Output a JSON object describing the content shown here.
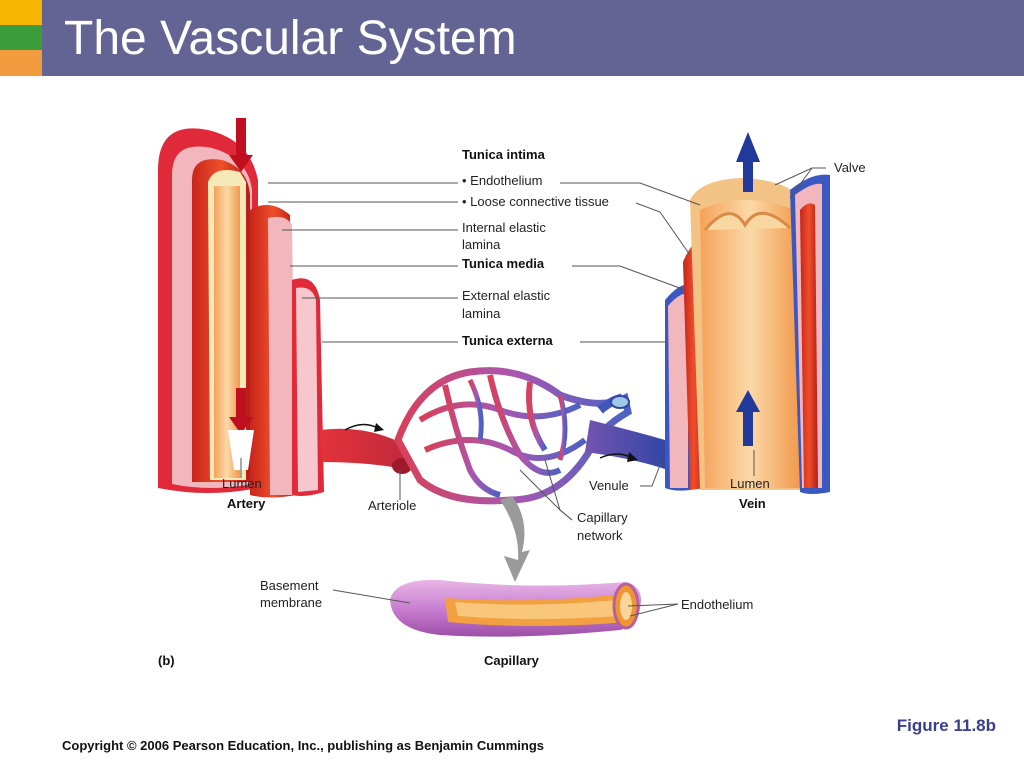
{
  "slide": {
    "title": "The Vascular System",
    "figure_ref": "Figure 11.8b",
    "copyright": "Copyright © 2006 Pearson Education, Inc., publishing as Benjamin Cummings"
  },
  "colors": {
    "title_bar": "#636394",
    "accent_yellow": "#f6b500",
    "accent_green": "#3b9c3b",
    "accent_orange": "#f19a3e",
    "figure_ref_text": "#3b3d8f"
  },
  "diagram": {
    "labels": {
      "tunica_intima": "Tunica intima",
      "endothelium": "• Endothelium",
      "loose_connective": "• Loose connective tissue",
      "internal_elastic_1": "Internal elastic",
      "internal_elastic_2": "lamina",
      "tunica_media": "Tunica media",
      "external_elastic_1": "External elastic",
      "external_elastic_2": "lamina",
      "tunica_externa": "Tunica externa",
      "valve": "Valve",
      "lumen_artery": "Lumen",
      "artery": "Artery",
      "arteriole": "Arteriole",
      "venule": "Venule",
      "lumen_vein": "Lumen",
      "vein": "Vein",
      "capillary_network_1": "Capillary",
      "capillary_network_2": "network",
      "basement_1": "Basement",
      "basement_2": "membrane",
      "endothelium_cap": "Endothelium",
      "panel": "(b)",
      "capillary": "Capillary"
    },
    "icons": [
      "arrow-down-icon",
      "arrow-up-icon",
      "flow-arrow-icon",
      "chevron-down-icon"
    ]
  }
}
